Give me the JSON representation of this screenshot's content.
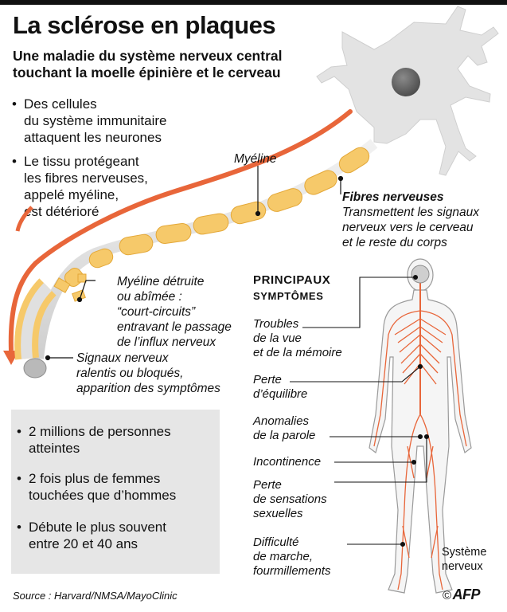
{
  "title": "La sclérose en plaques",
  "subtitle": "Une maladie du système nerveux central touchant la moelle épinière et le cerveau",
  "intro_bullets": [
    [
      "Des cellules",
      "du système immunitaire",
      "attaquent les neurones"
    ],
    [
      "Le tissu protégeant",
      "les fibres nerveuses,",
      "appelé myéline,",
      "est détérioré"
    ]
  ],
  "neuron": {
    "myelin_label": "Myéline",
    "fibres_title": "Fibres nerveuses",
    "fibres_desc": [
      "Transmettent les signaux",
      "nerveux vers le cerveau",
      "et le reste du corps"
    ],
    "damaged_label": [
      "Myéline détruite",
      "ou abîmée :",
      "“court-circuits”",
      "entravant le passage",
      "de l’influx nerveux"
    ],
    "signal_label": [
      "Signaux nerveux",
      "ralentis ou bloqués,",
      "apparition des symptômes"
    ]
  },
  "symptoms": {
    "heading": [
      "Principaux",
      "symptômes"
    ],
    "items": [
      [
        "Troubles",
        "de la vue",
        "et de la mémoire"
      ],
      [
        "Perte",
        "d’équilibre"
      ],
      [
        "Anomalies",
        "de la parole"
      ],
      [
        "Incontinence"
      ],
      [
        "Perte",
        "de sensations",
        "sexuelles"
      ],
      [
        "Difficulté",
        "de marche,",
        "fourmillements"
      ]
    ],
    "system_label": [
      "Système",
      "nerveux"
    ]
  },
  "stats": [
    [
      "2 millions de personnes",
      "atteintes"
    ],
    [
      "2 fois plus de femmes",
      "touchées que d’hommes"
    ],
    [
      "Débute le plus souvent",
      "entre 20 et 40 ans"
    ]
  ],
  "source": "Source : Harvard/NMSA/MayoClinic",
  "credit": "AFP",
  "colors": {
    "accent": "#e8663a",
    "myelin": "#f6c96a",
    "neuron": "#e3e3e3",
    "box": "#e6e6e6"
  }
}
